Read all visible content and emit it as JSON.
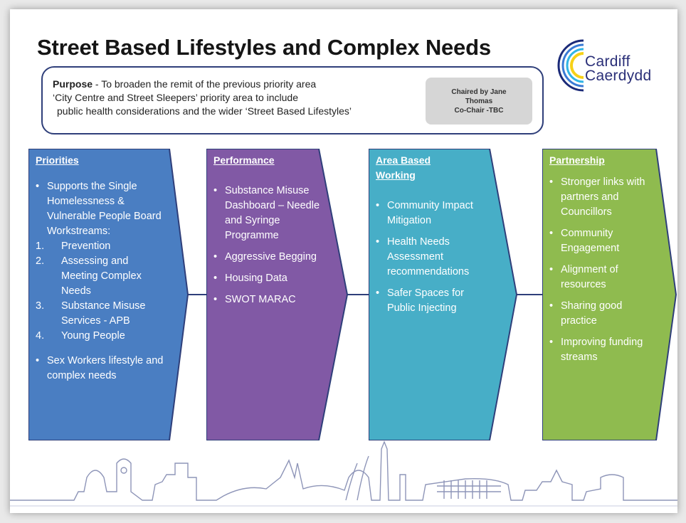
{
  "title": "Street Based Lifestyles and Complex Needs",
  "logo": {
    "line1": "Cardiff",
    "line2": "Caerdydd"
  },
  "purpose": {
    "label": "Purpose",
    "line1": " - To broaden the remit of the previous priority area",
    "line2": "‘City Centre and Street Sleepers’ priority area to include",
    "line3": "public health considerations and the wider ‘Street Based Lifestyles’"
  },
  "chair": {
    "line1": "Chaired by Jane",
    "line2": "Thomas",
    "line3": "Co-Chair -TBC"
  },
  "columns": {
    "priorities": {
      "title": "Priorities",
      "bullet1": "Supports the Single Homelessness & Vulnerable People Board Workstreams:",
      "numbered": [
        {
          "n": "1.",
          "text": "Prevention"
        },
        {
          "n": "2.",
          "text": "Assessing and Meeting Complex Needs"
        },
        {
          "n": "3.",
          "text": "Substance Misuse Services - APB"
        },
        {
          "n": "4.",
          "text": "Young People"
        }
      ],
      "bullet2": "Sex Workers lifestyle and complex needs"
    },
    "performance": {
      "title": "Performance",
      "items": [
        "Substance Misuse Dashboard – Needle and Syringe Programme",
        "Aggressive Begging",
        "Housing Data",
        "SWOT MARAC"
      ]
    },
    "area": {
      "title_line1": "Area Based",
      "title_line2": "Working",
      "items": [
        "Community Impact Mitigation",
        "Health Needs Assessment recommendations",
        "Safer Spaces for Public Injecting"
      ]
    },
    "partnership": {
      "title": "Partnership",
      "items": [
        "Stronger links with partners and Councillors",
        "Community Engagement",
        "Alignment of resources",
        "Sharing good practice",
        "Improving funding streams"
      ]
    }
  },
  "colors": {
    "priorities": "#4a7ec2",
    "performance": "#8159a5",
    "area": "#47aec7",
    "partnership": "#8fbb4f",
    "border": "#2f3f7a"
  }
}
